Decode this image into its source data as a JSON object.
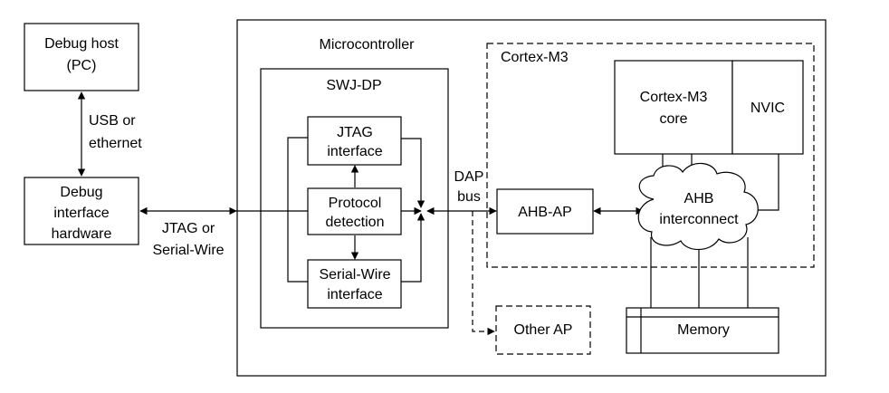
{
  "blocks": {
    "debug_host": [
      "Debug host",
      "(PC)"
    ],
    "debug_interface": [
      "Debug",
      "interface",
      "hardware"
    ],
    "microcontroller": "Microcontroller",
    "swj_dp": "SWJ-DP",
    "jtag_interface": [
      "JTAG",
      "interface"
    ],
    "protocol_detection": [
      "Protocol",
      "detection"
    ],
    "serial_wire_interface": [
      "Serial-Wire",
      "interface"
    ],
    "cortex_m3": "Cortex-M3",
    "cortex_m3_core": [
      "Cortex-M3",
      "core"
    ],
    "nvic": "NVIC",
    "ahb_ap": "AHB-AP",
    "ahb_interconnect": [
      "AHB",
      "interconnect"
    ],
    "other_ap": "Other AP",
    "memory": "Memory"
  },
  "links": {
    "usb": [
      "USB or",
      "ethernet"
    ],
    "jtag_sw": [
      "JTAG or",
      "Serial-Wire"
    ],
    "dap_bus": [
      "DAP",
      "bus"
    ]
  }
}
